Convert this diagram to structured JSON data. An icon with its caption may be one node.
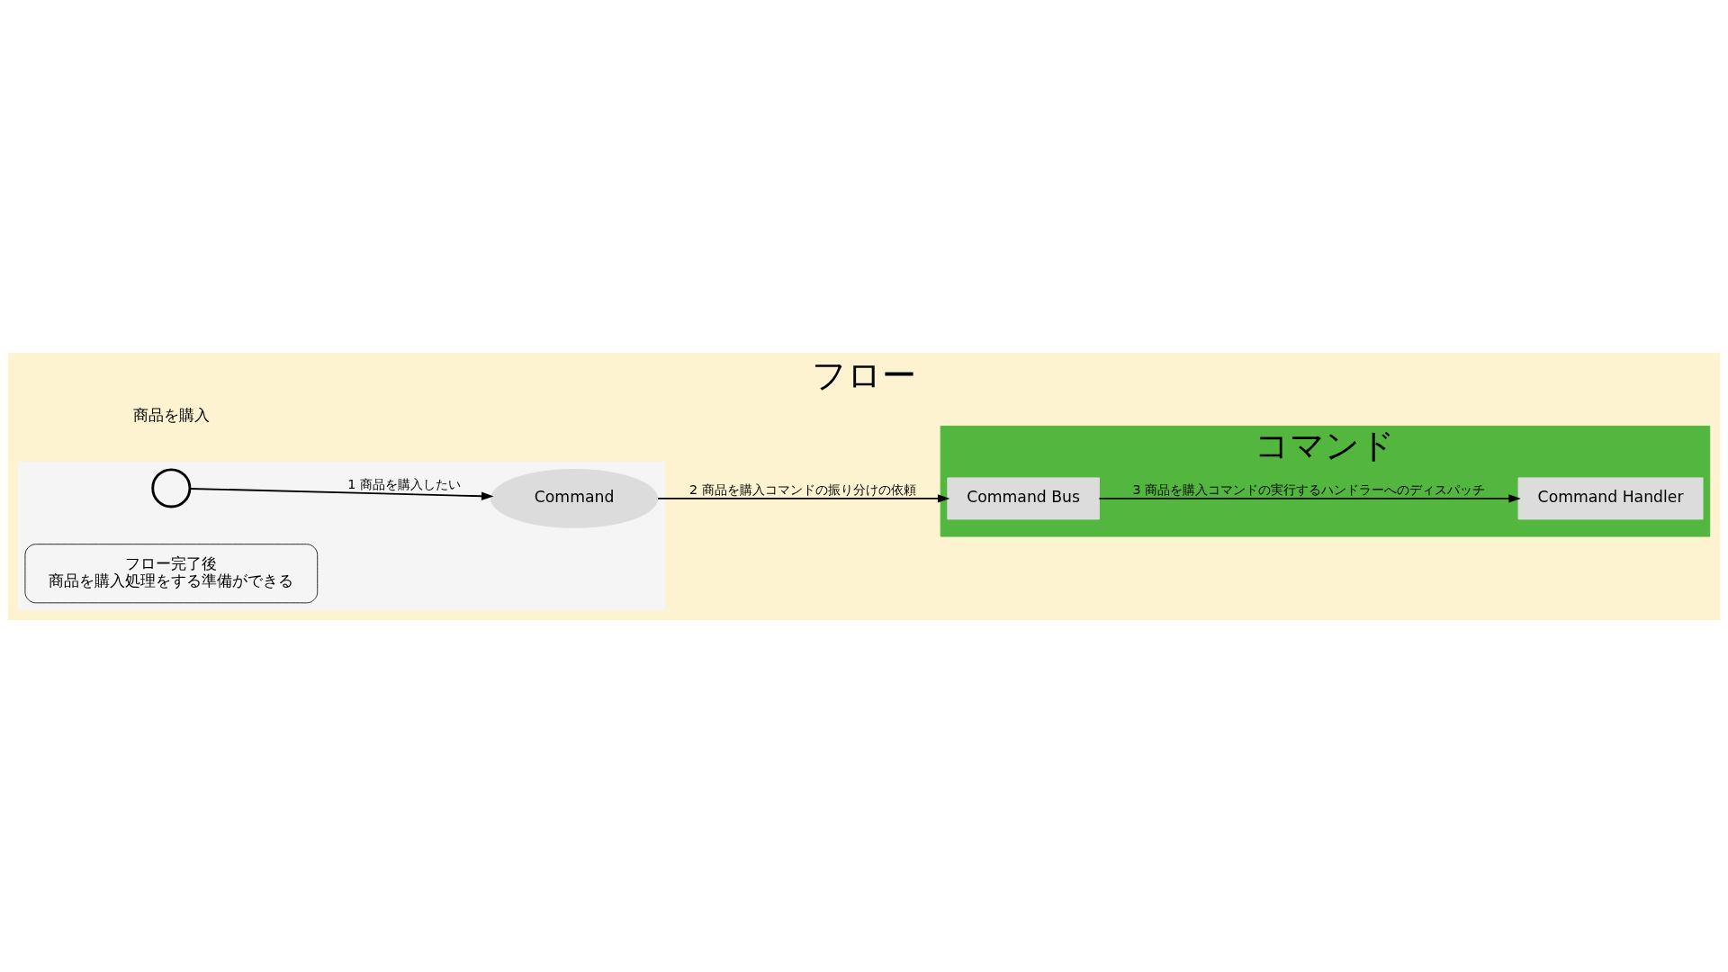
{
  "diagram": {
    "title": "フロー",
    "nodes": [
      {
        "text": [],
        "shape": "box"
      },
      {
        "text": [],
        "shape": "person",
        "in": 0
      },
      {
        "text": [
          "Command"
        ],
        "in": 0
      },
      {
        "text": [
          "コマンド"
        ]
      },
      {
        "text": [
          "Command Bus"
        ],
        "in": 3
      },
      {
        "text": [
          "Command Handler"
        ],
        "in": 3
      },
      {
        "text": [
          "フロー完了後",
          "商品を購入処理をする準備ができる"
        ],
        "in": 0
      }
    ],
    "edges": [
      {
        "from": 1,
        "to": 2,
        "arrow": "to",
        "label": "1 商品を購入したい"
      },
      {
        "from": 2,
        "to": 4,
        "arrow": "to",
        "label": "2 商品を購入コマンドの振り分けの依頼"
      },
      {
        "from": 4,
        "to": 5,
        "arrow": "to",
        "label": "3 商品を購入コマンドの実行するハンドラーへのディスパッチ"
      }
    ],
    "labels": [
      "商品を購入"
    ]
  }
}
